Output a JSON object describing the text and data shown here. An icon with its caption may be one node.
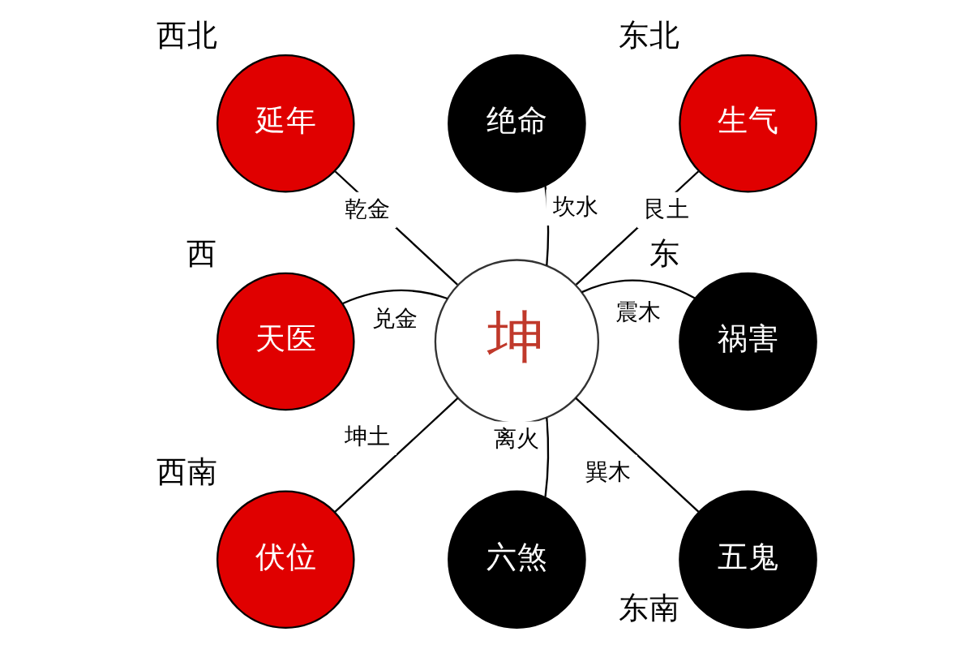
{
  "diagram": {
    "nodes": [
      {
        "text": [
          "坤"
        ]
      },
      {
        "text": [
          "绝命"
        ]
      },
      {
        "text": [
          "延年"
        ],
        "beside": [
          "西北"
        ]
      },
      {
        "text": [
          "生气"
        ],
        "beside": [
          "东北"
        ]
      },
      {
        "text": [
          "天医"
        ],
        "beside": [
          "西"
        ]
      },
      {
        "text": [
          "祸害"
        ],
        "beside": [
          "东"
        ]
      },
      {
        "text": [
          "伏位"
        ],
        "beside": [
          "西南"
        ]
      },
      {
        "text": [
          "五鬼"
        ],
        "beside": [
          "东南"
        ]
      },
      {
        "text": [
          "六煞"
        ]
      }
    ],
    "edges": [
      {
        "from": 0,
        "to": 1,
        "arrow": "none",
        "label": "坎水"
      },
      {
        "from": 0,
        "to": 2,
        "arrow": "none",
        "label": "乾金"
      },
      {
        "from": 0,
        "to": 3,
        "arrow": "none",
        "label": "艮土"
      },
      {
        "from": 0,
        "to": 4,
        "arrow": "none",
        "label": "兑金"
      },
      {
        "from": 0,
        "to": 5,
        "arrow": "none",
        "label": "震木"
      },
      {
        "from": 0,
        "to": 6,
        "arrow": "none",
        "label": "坤土"
      },
      {
        "from": 0,
        "to": 7,
        "arrow": "none",
        "label": "巽木"
      },
      {
        "from": 0,
        "to": 8,
        "arrow": "none",
        "label": "离火"
      }
    ]
  }
}
